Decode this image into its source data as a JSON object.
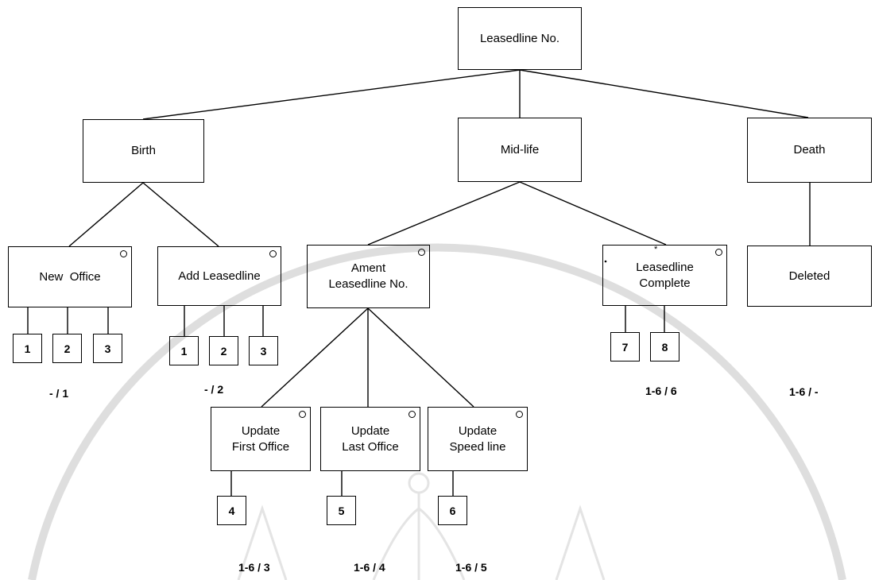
{
  "diagram": {
    "root": {
      "label": "Leasedline No."
    },
    "stages": {
      "birth": "Birth",
      "midlife": "Mid-life",
      "death": "Death"
    },
    "processes": {
      "new_office": "New  Office",
      "add_leasedline": "Add Leasedline",
      "ament": [
        "Ament",
        "Leasedline No."
      ],
      "complete": [
        "Leasedline",
        "Complete"
      ],
      "deleted": "Deleted",
      "update_first": [
        "Update",
        "First Office"
      ],
      "update_last": [
        "Update",
        "Last Office"
      ],
      "update_speed": [
        "Update",
        "Speed line"
      ]
    },
    "leaves": {
      "new_office": [
        "1",
        "2",
        "3"
      ],
      "add_leasedline": [
        "1",
        "2",
        "3"
      ],
      "complete": [
        "7",
        "8"
      ],
      "update_first": [
        "4"
      ],
      "update_last": [
        "5"
      ],
      "update_speed": [
        "6"
      ]
    },
    "notes": {
      "new_office": "- / 1",
      "add_leasedline": "- / 2",
      "complete": "1-6 / 6",
      "deleted": "1-6 / -",
      "update_first": "1-6 / 3",
      "update_last": "1-6 / 4",
      "update_speed": "1-6 / 5"
    },
    "stray_mark": "*",
    "colors": {
      "ink": "#000000",
      "watermark": "#d9d9d9"
    }
  }
}
